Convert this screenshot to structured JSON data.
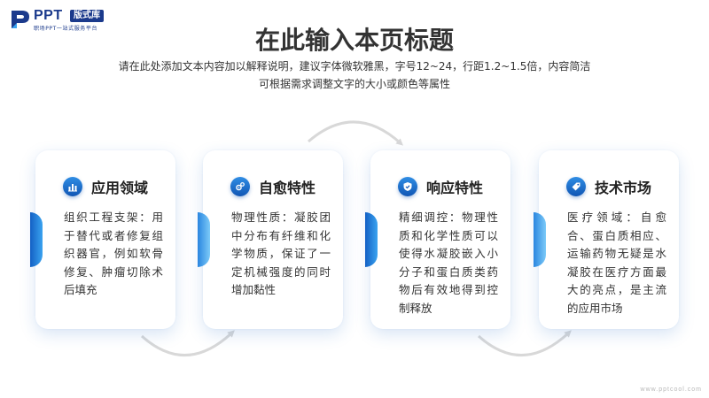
{
  "brand": {
    "name": "PPT",
    "badge": "版式库",
    "tagline": "职场PPT一站式服务平台"
  },
  "header": {
    "title": "在此输入本页标题",
    "subtitle_line1": "请在此处添加文本内容加以解释说明，建议字体微软雅黑，字号12~24，行距1.2~1.5倍，内容简洁",
    "subtitle_line2": "可根据需求调整文字的大小或颜色等属性"
  },
  "cards": [
    {
      "title": "应用领域",
      "icon": "bar-chart-icon",
      "body": "组织工程支架：用于替代或者修复组织器官，例如软骨修复、肿瘤切除术后填充"
    },
    {
      "title": "自愈特性",
      "icon": "gears-icon",
      "body": "物理性质：凝胶团中分布有纤维和化学物质，保证了一定机械强度的同时增加黏性"
    },
    {
      "title": "响应特性",
      "icon": "shield-icon",
      "body": "精细调控：物理性质和化学性质可以使得水凝胶嵌入小分子和蛋白质类药物后有效地得到控制释放"
    },
    {
      "title": "技术市场",
      "icon": "tag-icon",
      "body": "医疗领域：自愈合、蛋白质相应、运输药物无疑是水凝胶在医疗方面最大的亮点，是主流的应用市场"
    }
  ],
  "footer": {
    "url": "www.pptcool.com"
  },
  "colors": {
    "accent_dark": "#1156b4",
    "accent_light": "#3aa3f0",
    "arc": "#d8d8d8"
  }
}
